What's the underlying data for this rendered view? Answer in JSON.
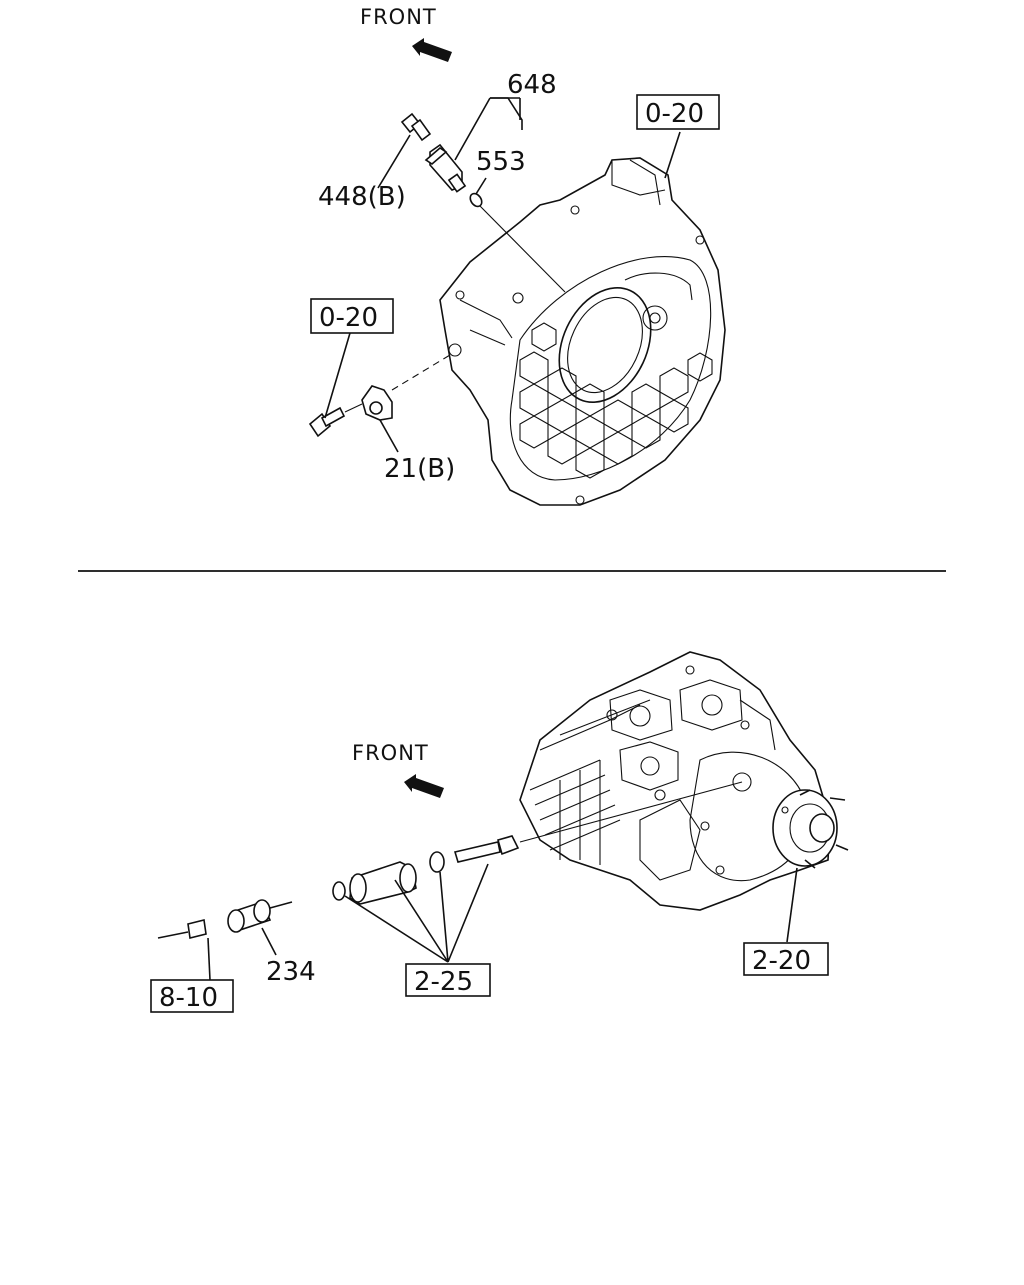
{
  "top": {
    "front_label": "FRONT",
    "refs": {
      "r648": "648",
      "r553": "553",
      "r448b": "448(B)",
      "r21b": "21(B)",
      "ref_0_20_a": "0-20",
      "ref_0_20_b": "0-20"
    }
  },
  "bottom": {
    "front_label": "FRONT",
    "refs": {
      "r234": "234",
      "ref_8_10": "8-10",
      "ref_2_25": "2-25",
      "ref_2_20": "2-20"
    }
  }
}
